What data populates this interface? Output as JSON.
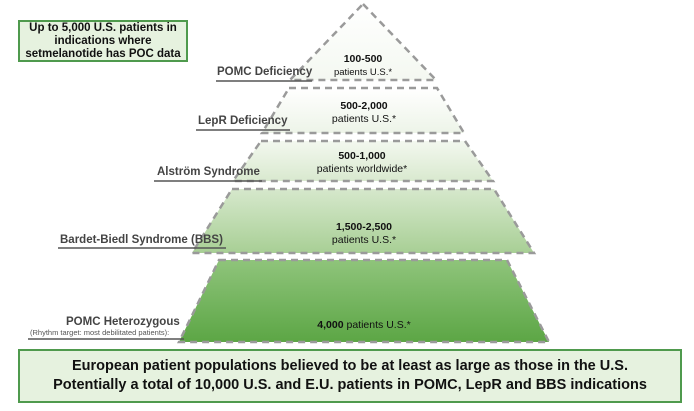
{
  "top_box": {
    "lines": [
      "Up to 5,000 U.S. patients in",
      "indications where",
      "setmelanotide has POC data"
    ]
  },
  "tiers": [
    {
      "label": "POMC Deficiency",
      "number": "100-500",
      "detail": "patients U.S.*"
    },
    {
      "label": "LepR Deficiency",
      "number": "500-2,000",
      "detail": "patients U.S.*"
    },
    {
      "label": "Alström Syndrome",
      "number": "500-1,000",
      "detail": "patients worldwide*"
    },
    {
      "label": "Bardet-Biedl Syndrome (BBS)",
      "number": "1,500-2,500",
      "detail": "patients U.S.*"
    },
    {
      "label": "POMC Heterozygous",
      "sublabel": "(Rhythm target: most debilitated patients):",
      "number": "4,000",
      "detail": "patients U.S.*"
    }
  ],
  "bottom_box": {
    "line1": "European patient populations believed to be at least as large as those in the U.S.",
    "line2": "Potentially a total of 10,000 U.S. and E.U. patients in POMC, LepR and BBS indications"
  },
  "colors": {
    "box_border": "#4f9a4d",
    "box_fill": "#e6f2df",
    "tier_fills": [
      "#ffffff",
      "#f3f8ef",
      "#e4efdb",
      "#bcd9aa",
      "#72b35e"
    ],
    "dash": "#9a9a9a"
  }
}
